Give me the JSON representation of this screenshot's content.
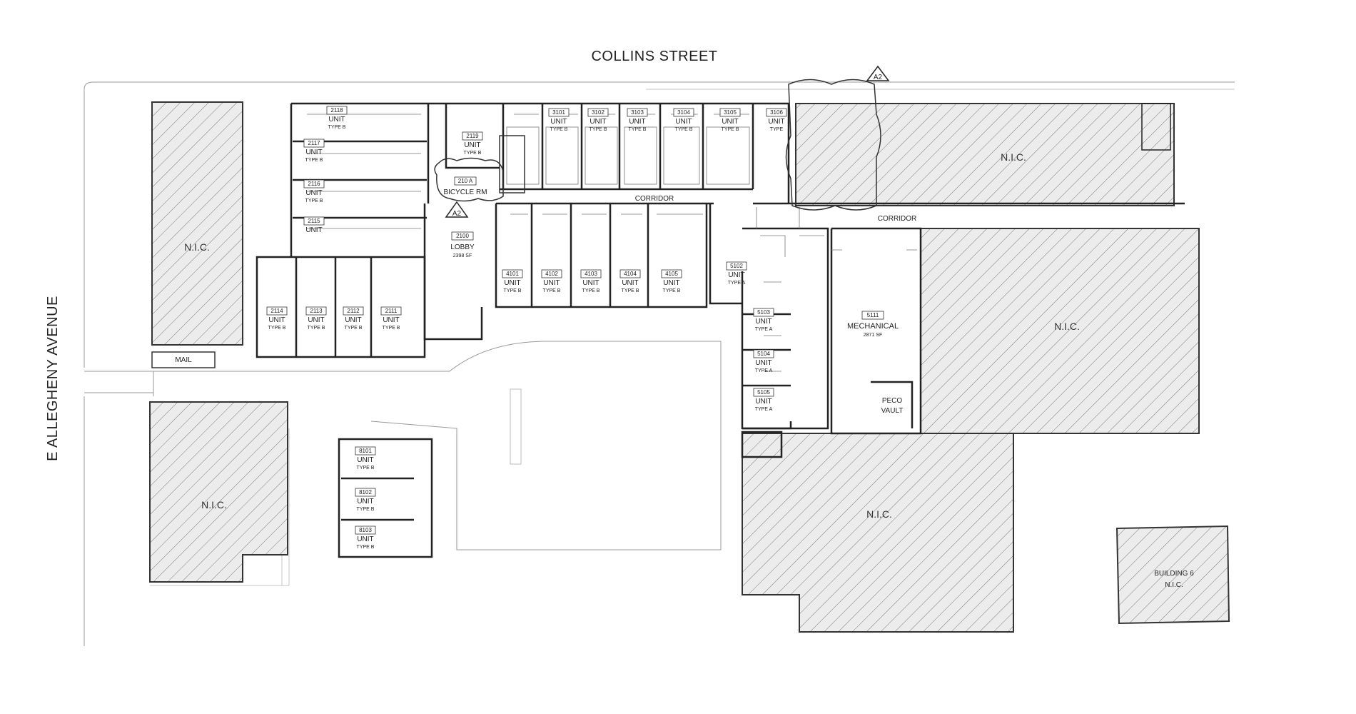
{
  "streets": {
    "north": "COLLINS STREET",
    "west": "E ALLEGHENY AVENUE"
  },
  "nic_label": "N.I.C.",
  "building6": [
    "BUILDING 6",
    "N.I.C."
  ],
  "corridor_label": "CORRIDOR",
  "mail_label": "MAIL",
  "section_tag": "A2",
  "unit_label": "UNIT",
  "units": [
    {
      "id": "u2118",
      "num": "2118",
      "type": "TYPE B"
    },
    {
      "id": "u2117",
      "num": "2117",
      "type": "TYPE B"
    },
    {
      "id": "u2116",
      "num": "2116",
      "type": "TYPE B"
    },
    {
      "id": "u2115",
      "num": "2115",
      "type": ""
    },
    {
      "id": "u2119",
      "num": "2119",
      "type": "TYPE B"
    },
    {
      "id": "u3101",
      "num": "3101",
      "type": "TYPE B"
    },
    {
      "id": "u3102",
      "num": "3102",
      "type": "TYPE B"
    },
    {
      "id": "u3103",
      "num": "3103",
      "type": "TYPE B"
    },
    {
      "id": "u3104",
      "num": "3104",
      "type": "TYPE B"
    },
    {
      "id": "u3105",
      "num": "3105",
      "type": "TYPE B"
    },
    {
      "id": "u3106",
      "num": "3106",
      "type": "TYPE"
    },
    {
      "id": "u4101",
      "num": "4101",
      "type": "TYPE B"
    },
    {
      "id": "u4102",
      "num": "4102",
      "type": "TYPE B"
    },
    {
      "id": "u4103",
      "num": "4103",
      "type": "TYPE B"
    },
    {
      "id": "u4104",
      "num": "4104",
      "type": "TYPE B"
    },
    {
      "id": "u4105",
      "num": "4105",
      "type": "TYPE B"
    },
    {
      "id": "u2114",
      "num": "2114",
      "type": "TYPE B"
    },
    {
      "id": "u2113",
      "num": "2113",
      "type": "TYPE B"
    },
    {
      "id": "u2112",
      "num": "2112",
      "type": "TYPE B"
    },
    {
      "id": "u2111",
      "num": "2111",
      "type": "TYPE B"
    },
    {
      "id": "u5102",
      "num": "5102",
      "type": "TYPE A"
    },
    {
      "id": "u5103",
      "num": "5103",
      "type": "TYPE A"
    },
    {
      "id": "u5104",
      "num": "5104",
      "type": "TYPE A"
    },
    {
      "id": "u5105",
      "num": "5105",
      "type": "TYPE A"
    },
    {
      "id": "u8101",
      "num": "8101",
      "type": "TYPE B"
    },
    {
      "id": "u8102",
      "num": "8102",
      "type": "TYPE B"
    },
    {
      "id": "u8103",
      "num": "8103",
      "type": "TYPE B"
    }
  ],
  "rooms": {
    "bicycle": {
      "num": "210 A",
      "name": "BICYCLE RM"
    },
    "lobby": {
      "num": "2100",
      "name": "LOBBY",
      "area": "2398 SF"
    },
    "mechanical": {
      "num": "5111",
      "name": "MECHANICAL",
      "area": "2871 SF"
    },
    "peco": [
      "PECO",
      "VAULT"
    ]
  }
}
